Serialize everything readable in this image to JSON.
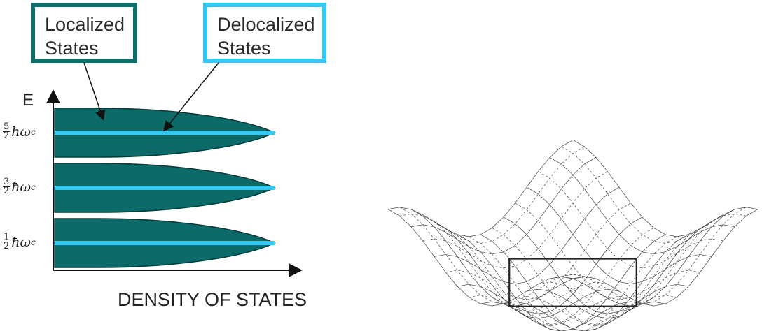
{
  "callouts": {
    "localized": {
      "line1": "Localized",
      "line2": "States",
      "color": "#0f6d6a"
    },
    "delocalized": {
      "line1": "Delocalized",
      "line2": "States",
      "color": "#33c9f2"
    }
  },
  "axes": {
    "y_label": "E",
    "x_label": "DENSITY OF STATES"
  },
  "landau_levels": [
    {
      "numerator": "5",
      "denominator": "2",
      "symbol": "ħω",
      "subscript": "c"
    },
    {
      "numerator": "3",
      "denominator": "2",
      "symbol": "ħω",
      "subscript": "c"
    },
    {
      "numerator": "1",
      "denominator": "2",
      "symbol": "ħω",
      "subscript": "c"
    }
  ],
  "colors": {
    "band_fill": "#0c6b68",
    "band_edge": "#053b39",
    "delocalized_line": "#33c9f2",
    "mesh_line": "#333333"
  }
}
